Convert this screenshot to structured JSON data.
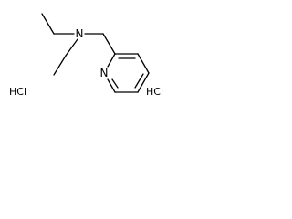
{
  "molecule": {
    "amine_nitrogen_label": "N",
    "pyridine_nitrogen_label": "N"
  },
  "salts": {
    "left_label": "HCl",
    "right_label": "HCl"
  }
}
